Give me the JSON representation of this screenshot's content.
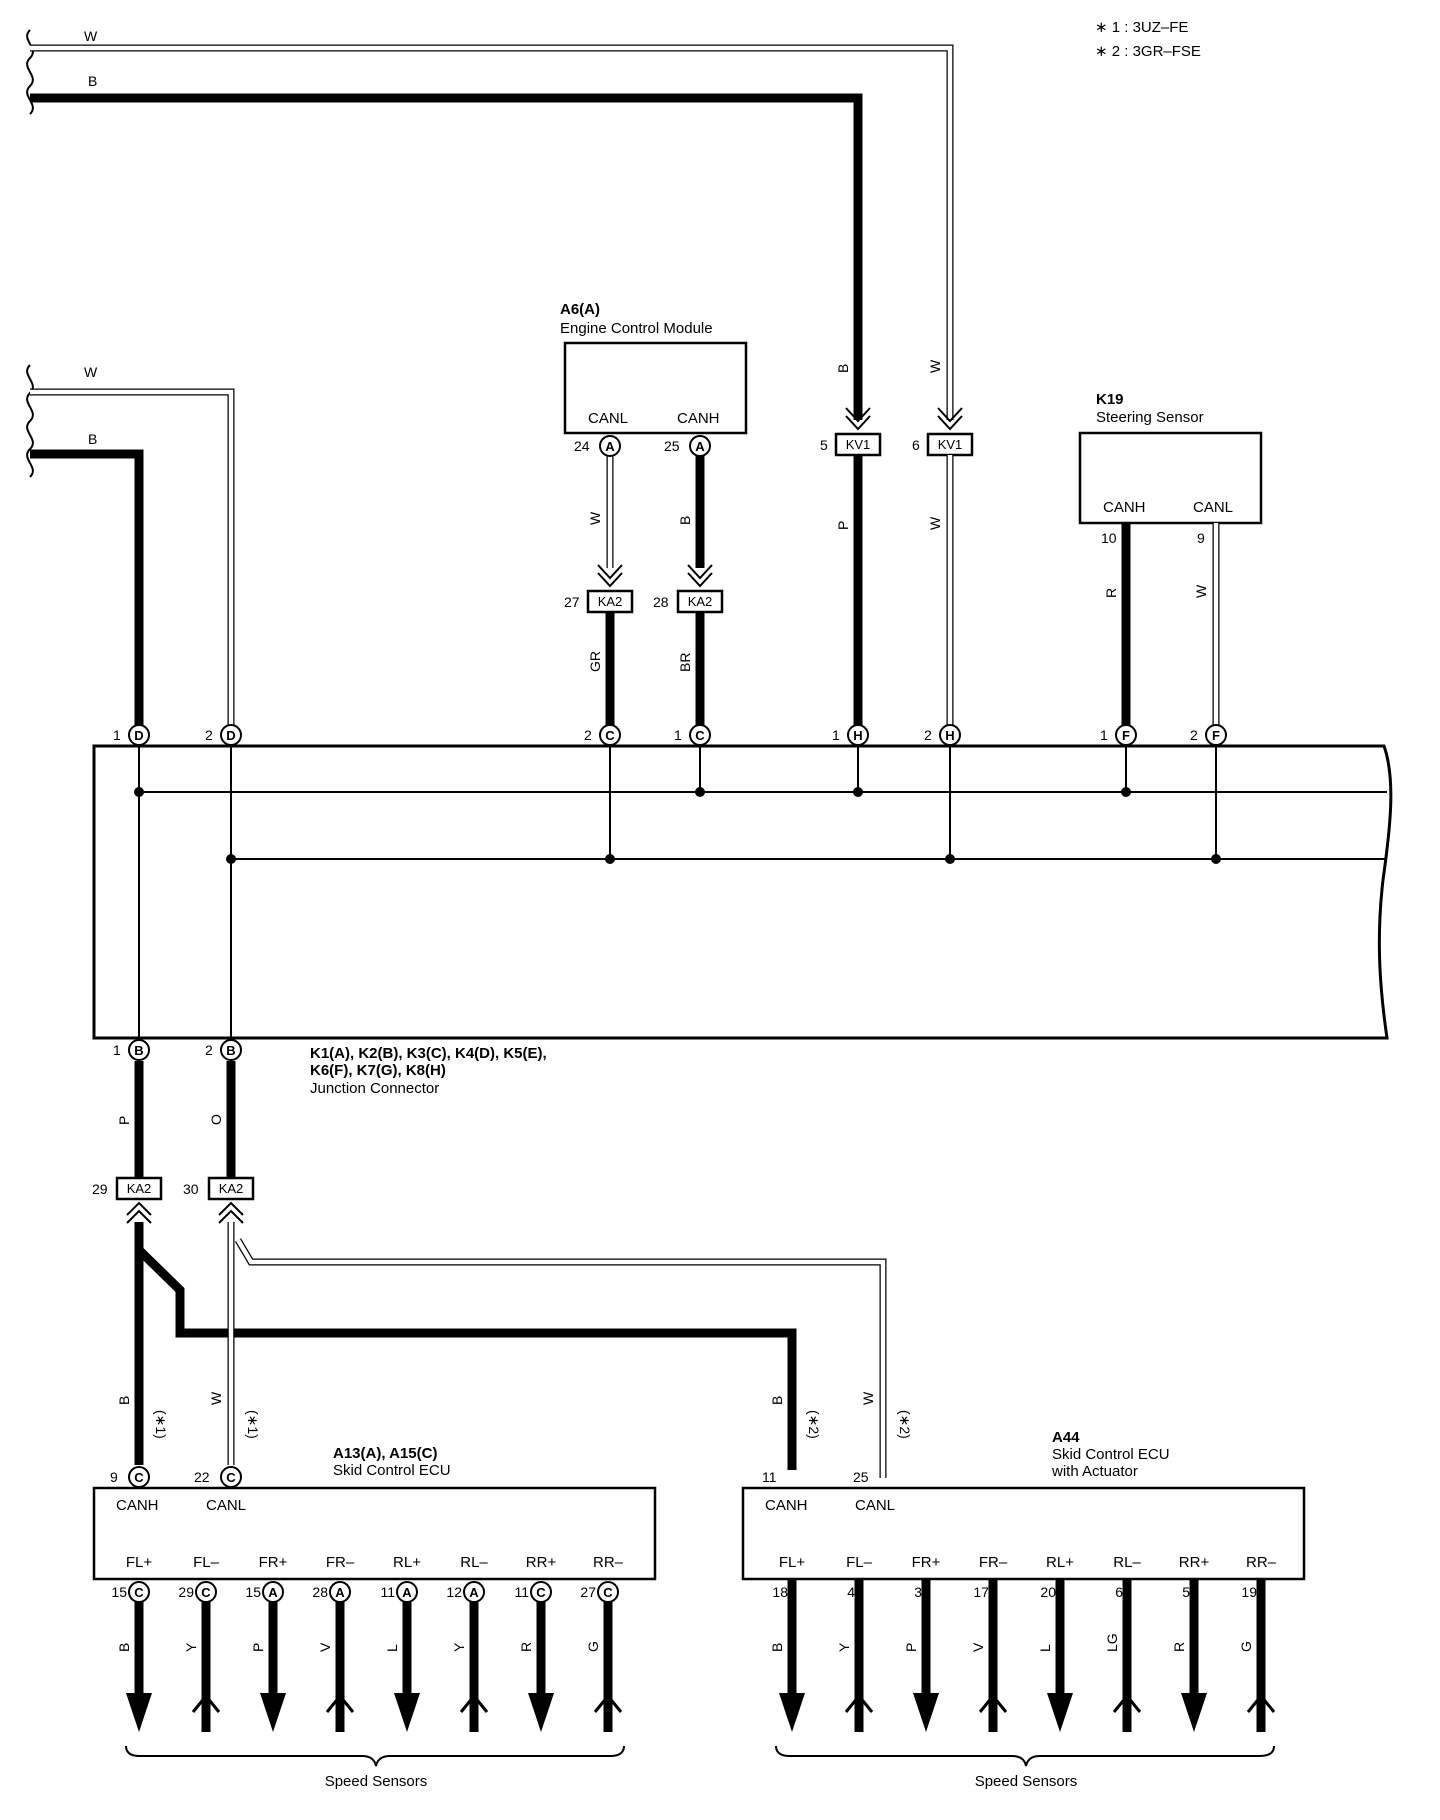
{
  "notes": {
    "n1": "∗ 1 : 3UZ–FE",
    "n2": "∗ 2 : 3GR–FSE"
  },
  "top_wires": {
    "w": "W",
    "b": "B"
  },
  "mid_wires": {
    "w": "W",
    "b": "B"
  },
  "ecm": {
    "code": "A6(A)",
    "name": "Engine Control Module",
    "canl": "CANL",
    "canh": "CANH",
    "canl_pin": "24",
    "canh_pin": "25",
    "conn": "A",
    "canl_color": "W",
    "canh_color": "B"
  },
  "ka2_top": {
    "label": "KA2",
    "pin1": "27",
    "pin2": "28",
    "color1": "GR",
    "color2": "BR"
  },
  "kv1": {
    "label": "KV1",
    "pin1": "5",
    "pin2": "6",
    "top_color1": "B",
    "top_color2": "W",
    "color1": "P",
    "color2": "W"
  },
  "steering": {
    "code": "K19",
    "name": "Steering Sensor",
    "canh": "CANH",
    "canl": "CANL",
    "canh_pin": "10",
    "canl_pin": "9",
    "canh_color": "R",
    "canl_color": "W"
  },
  "junction": {
    "line1": "K1(A), K2(B), K3(C), K4(D), K5(E),",
    "line2": "K6(F), K7(G), K8(H)",
    "line3": "Junction Connector",
    "top_pins": [
      {
        "num": "1",
        "conn": "D"
      },
      {
        "num": "2",
        "conn": "D"
      },
      {
        "num": "2",
        "conn": "C"
      },
      {
        "num": "1",
        "conn": "C"
      },
      {
        "num": "1",
        "conn": "H"
      },
      {
        "num": "2",
        "conn": "H"
      },
      {
        "num": "1",
        "conn": "F"
      },
      {
        "num": "2",
        "conn": "F"
      }
    ],
    "bottom_pins": [
      {
        "num": "1",
        "conn": "B"
      },
      {
        "num": "2",
        "conn": "B"
      }
    ],
    "bottom_colors": [
      "P",
      "O"
    ]
  },
  "ka2_bottom": {
    "label": "KA2",
    "pin1": "29",
    "pin2": "30"
  },
  "lower_wires": {
    "a13_canh_color": "B",
    "a13_canl_color": "W",
    "a13_note": "(∗1)",
    "a44_canh_color": "B",
    "a44_canl_color": "W",
    "a44_note": "(∗2)"
  },
  "a13": {
    "code": "A13(A), A15(C)",
    "name": "Skid Control ECU",
    "canh": "CANH",
    "canl": "CANL",
    "canh_pin": "9",
    "canl_pin": "22",
    "can_conn": "C",
    "sensors": [
      {
        "label": "FL+",
        "pin": "15",
        "conn": "C",
        "color": "B"
      },
      {
        "label": "FL–",
        "pin": "29",
        "conn": "C",
        "color": "Y"
      },
      {
        "label": "FR+",
        "pin": "15",
        "conn": "A",
        "color": "P"
      },
      {
        "label": "FR–",
        "pin": "28",
        "conn": "A",
        "color": "V"
      },
      {
        "label": "RL+",
        "pin": "11",
        "conn": "A",
        "color": "L"
      },
      {
        "label": "RL–",
        "pin": "12",
        "conn": "A",
        "color": "Y"
      },
      {
        "label": "RR+",
        "pin": "11",
        "conn": "C",
        "color": "R"
      },
      {
        "label": "RR–",
        "pin": "27",
        "conn": "C",
        "color": "G"
      }
    ],
    "footer": "Speed Sensors"
  },
  "a44": {
    "code": "A44",
    "name1": "Skid Control ECU",
    "name2": "with Actuator",
    "canh": "CANH",
    "canl": "CANL",
    "canh_pin": "11",
    "canl_pin": "25",
    "sensors": [
      {
        "label": "FL+",
        "pin": "18",
        "color": "B"
      },
      {
        "label": "FL–",
        "pin": "4",
        "color": "Y"
      },
      {
        "label": "FR+",
        "pin": "3",
        "color": "P"
      },
      {
        "label": "FR–",
        "pin": "17",
        "color": "V"
      },
      {
        "label": "RL+",
        "pin": "20",
        "color": "L"
      },
      {
        "label": "RL–",
        "pin": "6",
        "color": "LG"
      },
      {
        "label": "RR+",
        "pin": "5",
        "color": "R"
      },
      {
        "label": "RR–",
        "pin": "19",
        "color": "G"
      }
    ],
    "footer": "Speed Sensors"
  }
}
